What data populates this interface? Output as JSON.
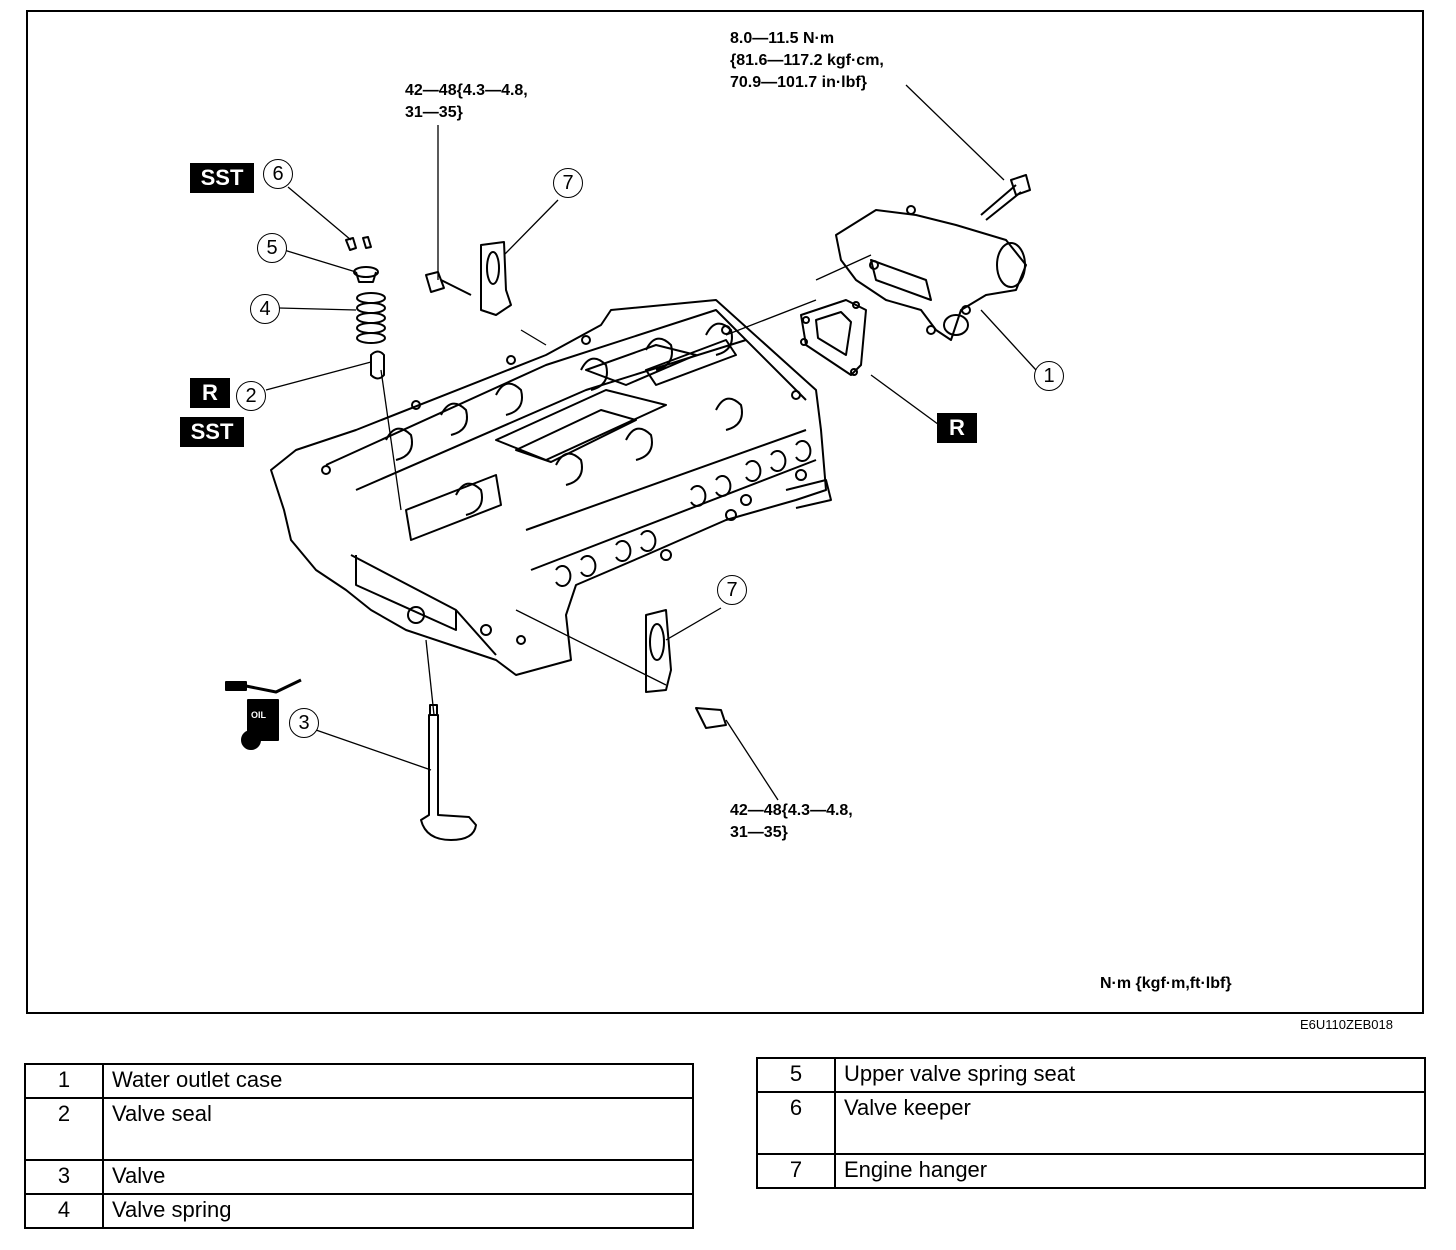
{
  "torque_labels": {
    "top_bolt": "42—48{4.3—4.8,\n31—35}",
    "water_outlet_bolt": "8.0—11.5 N·m\n{81.6—117.2 kgf·cm,\n70.9—101.7 in·lbf}",
    "bottom_bolt": "42—48{4.3—4.8,\n31—35}"
  },
  "badges": {
    "sst_top": "SST",
    "r_left": "R",
    "sst_left": "SST",
    "r_right": "R",
    "oil": "OIL"
  },
  "callouts": {
    "c1": "1",
    "c2": "2",
    "c3": "3",
    "c4": "4",
    "c5": "5",
    "c6": "6",
    "c7a": "7",
    "c7b": "7"
  },
  "units_note": "N·m {kgf·m,ft·lbf}",
  "figure_code": "E6U110ZEB018",
  "legend_left": [
    {
      "num": "1",
      "name": "Water outlet case"
    },
    {
      "num": "2",
      "name": "Valve seal"
    },
    {
      "num": "3",
      "name": "Valve"
    },
    {
      "num": "4",
      "name": "Valve spring"
    }
  ],
  "legend_right": [
    {
      "num": "5",
      "name": "Upper valve spring seat"
    },
    {
      "num": "6",
      "name": "Valve keeper"
    },
    {
      "num": "7",
      "name": "Engine hanger"
    }
  ]
}
